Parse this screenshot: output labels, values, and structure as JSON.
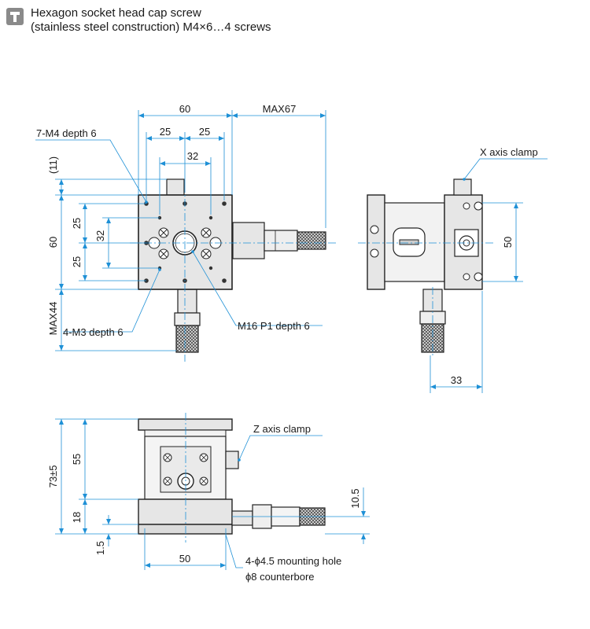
{
  "header": {
    "icon": "info-tag-icon",
    "line1": "Hexagon socket head cap screw",
    "line2": "(stainless steel construction) M4×6…4 screws"
  },
  "top_view": {
    "dims": {
      "width": "60",
      "max_x": "MAX67",
      "holes_25_left": "25",
      "holes_25_right": "25",
      "holes_32_h": "32",
      "offset_11": "(11)",
      "height": "60",
      "holes_25_top": "25",
      "holes_32_v": "32",
      "holes_25_bottom": "25",
      "max_y": "MAX44"
    },
    "labels": {
      "m4_holes": "7-M4 depth 6",
      "m3_holes": "4-M3 depth 6",
      "m16_hole": "M16 P1 depth 6"
    }
  },
  "side_view": {
    "dims": {
      "height": "50",
      "offset": "33"
    },
    "labels": {
      "clamp": "X axis clamp"
    }
  },
  "front_view": {
    "dims": {
      "total": "73±5",
      "upper": "55",
      "lower": "18",
      "base": "1.5",
      "micrometer": "10.5",
      "hole_pitch": "50"
    },
    "labels": {
      "clamp": "Z axis clamp",
      "mounting": "4-ϕ4.5 mounting hole",
      "counterbore": "ϕ8 counterbore"
    }
  },
  "colors": {
    "dimension": "#1e90d6",
    "outline": "#222222",
    "fill": "#e6e6e6",
    "icon": "#8a8a8a"
  }
}
